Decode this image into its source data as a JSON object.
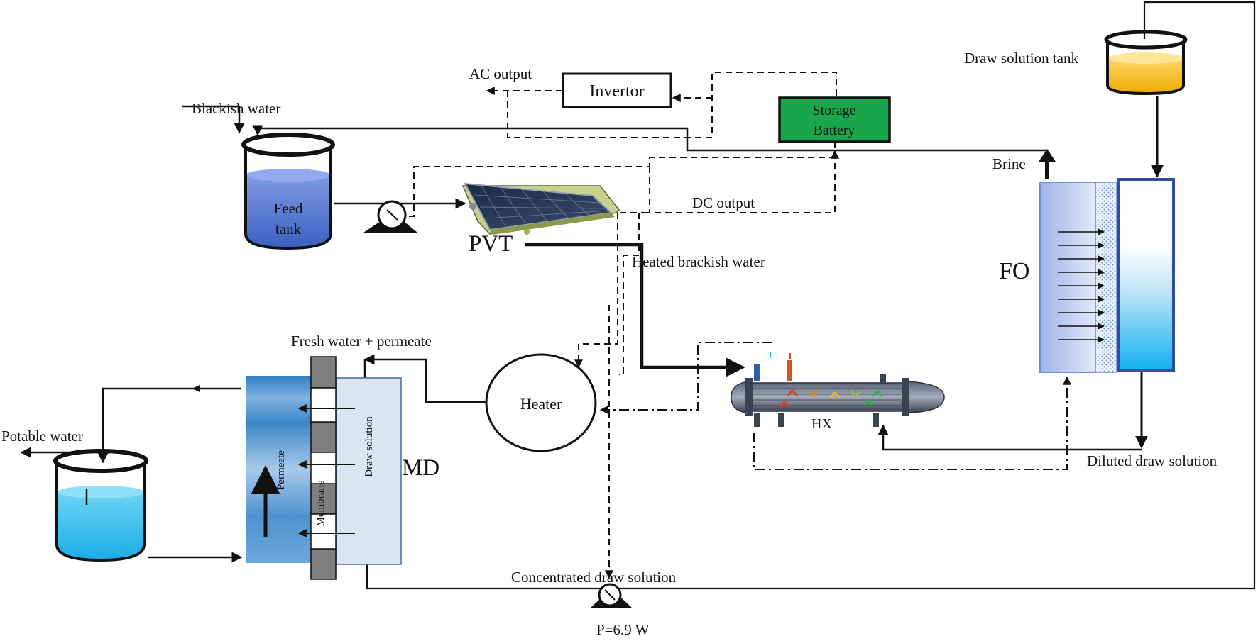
{
  "labels": {
    "blackish_water": "Blackish water",
    "feed_tank": [
      "Feed",
      "tank"
    ],
    "ac_output": "AC output",
    "invertor": "Invertor",
    "storage_battery": [
      "Storage",
      "Battery"
    ],
    "dc_output": "DC output",
    "pvt": "PVT",
    "heated_brackish_water": "Heated brackish water",
    "brine": "Brine",
    "draw_solution_tank": "Draw solution tank",
    "fo": "FO",
    "fresh_water_permeate": "Fresh water + permeate",
    "heater": "Heater",
    "hx": "HX",
    "diluted_draw_solution": "Diluted draw solution",
    "potable_water": "Potable water",
    "permeate": "Permeate",
    "membrane": "Membrane",
    "draw_solution": "Draw solution",
    "md": "MD",
    "concentrated_draw_solution": "Concentrated draw solution",
    "pump_power": "P=6.9 W"
  },
  "colors": {
    "feed_water": "#4a6fcf",
    "potable_water": "#29b6ea",
    "draw_solution": "#f2b400",
    "battery": "#1aa64a",
    "fo_feed_side": "#b8c6ee",
    "fo_draw_side": "#1ab7ef",
    "md_hot_side": "#dde4f3",
    "md_permeate": "#4f95cf"
  }
}
